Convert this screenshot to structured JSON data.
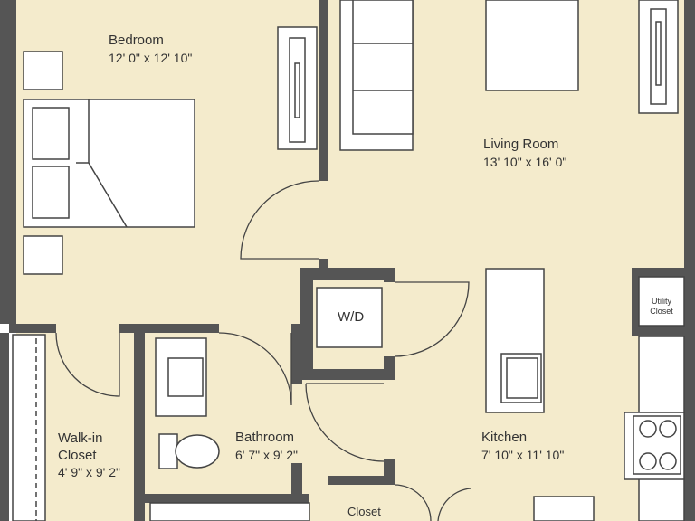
{
  "colors": {
    "floor": "#f4ebcc",
    "wall": "#555555",
    "fixture_fill": "#ffffff",
    "fixture_stroke": "#444444",
    "text": "#333333"
  },
  "rooms": {
    "bedroom": {
      "name": "Bedroom",
      "dims": "12' 0\" x 12' 10\""
    },
    "living": {
      "name": "Living Room",
      "dims": "13' 10\" x 16' 0\""
    },
    "walkin": {
      "name_line1": "Walk-in",
      "name_line2": "Closet",
      "dims": "4' 9\" x 9' 2\""
    },
    "bathroom": {
      "name": "Bathroom",
      "dims": "6' 7\" x 9' 2\""
    },
    "kitchen": {
      "name": "Kitchen",
      "dims": "7' 10\" x 11' 10\""
    },
    "closet": {
      "name": "Closet"
    }
  },
  "fixtures": {
    "wd": "W/D",
    "utility_line1": "Utility",
    "utility_line2": "Closet"
  }
}
